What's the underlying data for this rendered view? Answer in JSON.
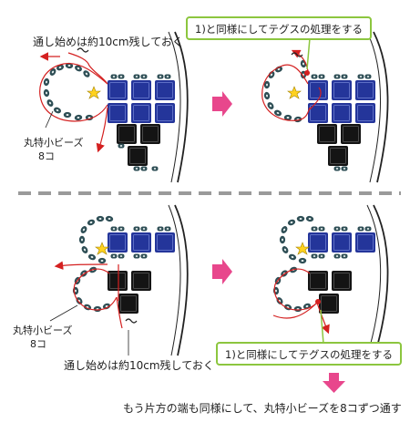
{
  "colors": {
    "thread_red": "#d42020",
    "bead_teal": "#2e4e55",
    "bead_teal_hole": "#e8f0ef",
    "square_blue": "#24359a",
    "square_black": "#141414",
    "arrow_pink": "#e8478c",
    "callout_green": "#8cc63f",
    "separator_gray": "#9a9a9a",
    "star": "#ffd21f"
  },
  "labels": {
    "top_left_note": "通し始めは約10cm残しておく",
    "top_left_beads_line1": "丸特小ビーズ",
    "top_left_beads_line2": "8コ",
    "callout_top": "1)と同様にしてテグスの処理をする",
    "bottom_left_beads_line1": "丸特小ビーズ",
    "bottom_left_beads_line2": "8コ",
    "bottom_left_note": "通し始めは約10cm残しておく",
    "callout_bottom": "1)と同様にしてテグスの処理をする",
    "footer_note": "もう片方の端も同様にして、丸特小ビーズを8コずつ通す"
  },
  "icons": [
    "star-icon",
    "right-arrow-icon",
    "down-arrow-icon",
    "squiggle-break-icon"
  ]
}
